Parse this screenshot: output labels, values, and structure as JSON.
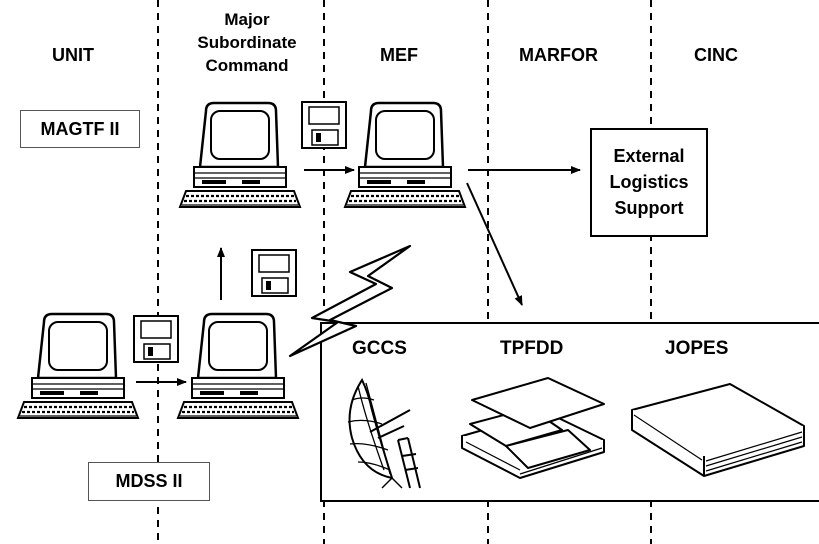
{
  "columns": {
    "unit": "UNIT",
    "major_subordinate_command": [
      "Major",
      "Subordinate",
      "Command"
    ],
    "mef": "MEF",
    "marfor": "MARFOR",
    "cinc": "CINC"
  },
  "labels": {
    "magtf": "MAGTF II",
    "mdss": "MDSS II",
    "external_support": [
      "External",
      "Logistics",
      "Support"
    ]
  },
  "systems": {
    "gccs": "GCCS",
    "tpfdd": "TPFDD",
    "jopes": "JOPES"
  },
  "icons": [
    "computer-icon",
    "floppy-disk-icon",
    "satellite-dish-icon",
    "printout-stack-icon",
    "binder-icon",
    "lightning-link-icon"
  ],
  "colors": {
    "ink": "#000000",
    "background": "#ffffff"
  }
}
